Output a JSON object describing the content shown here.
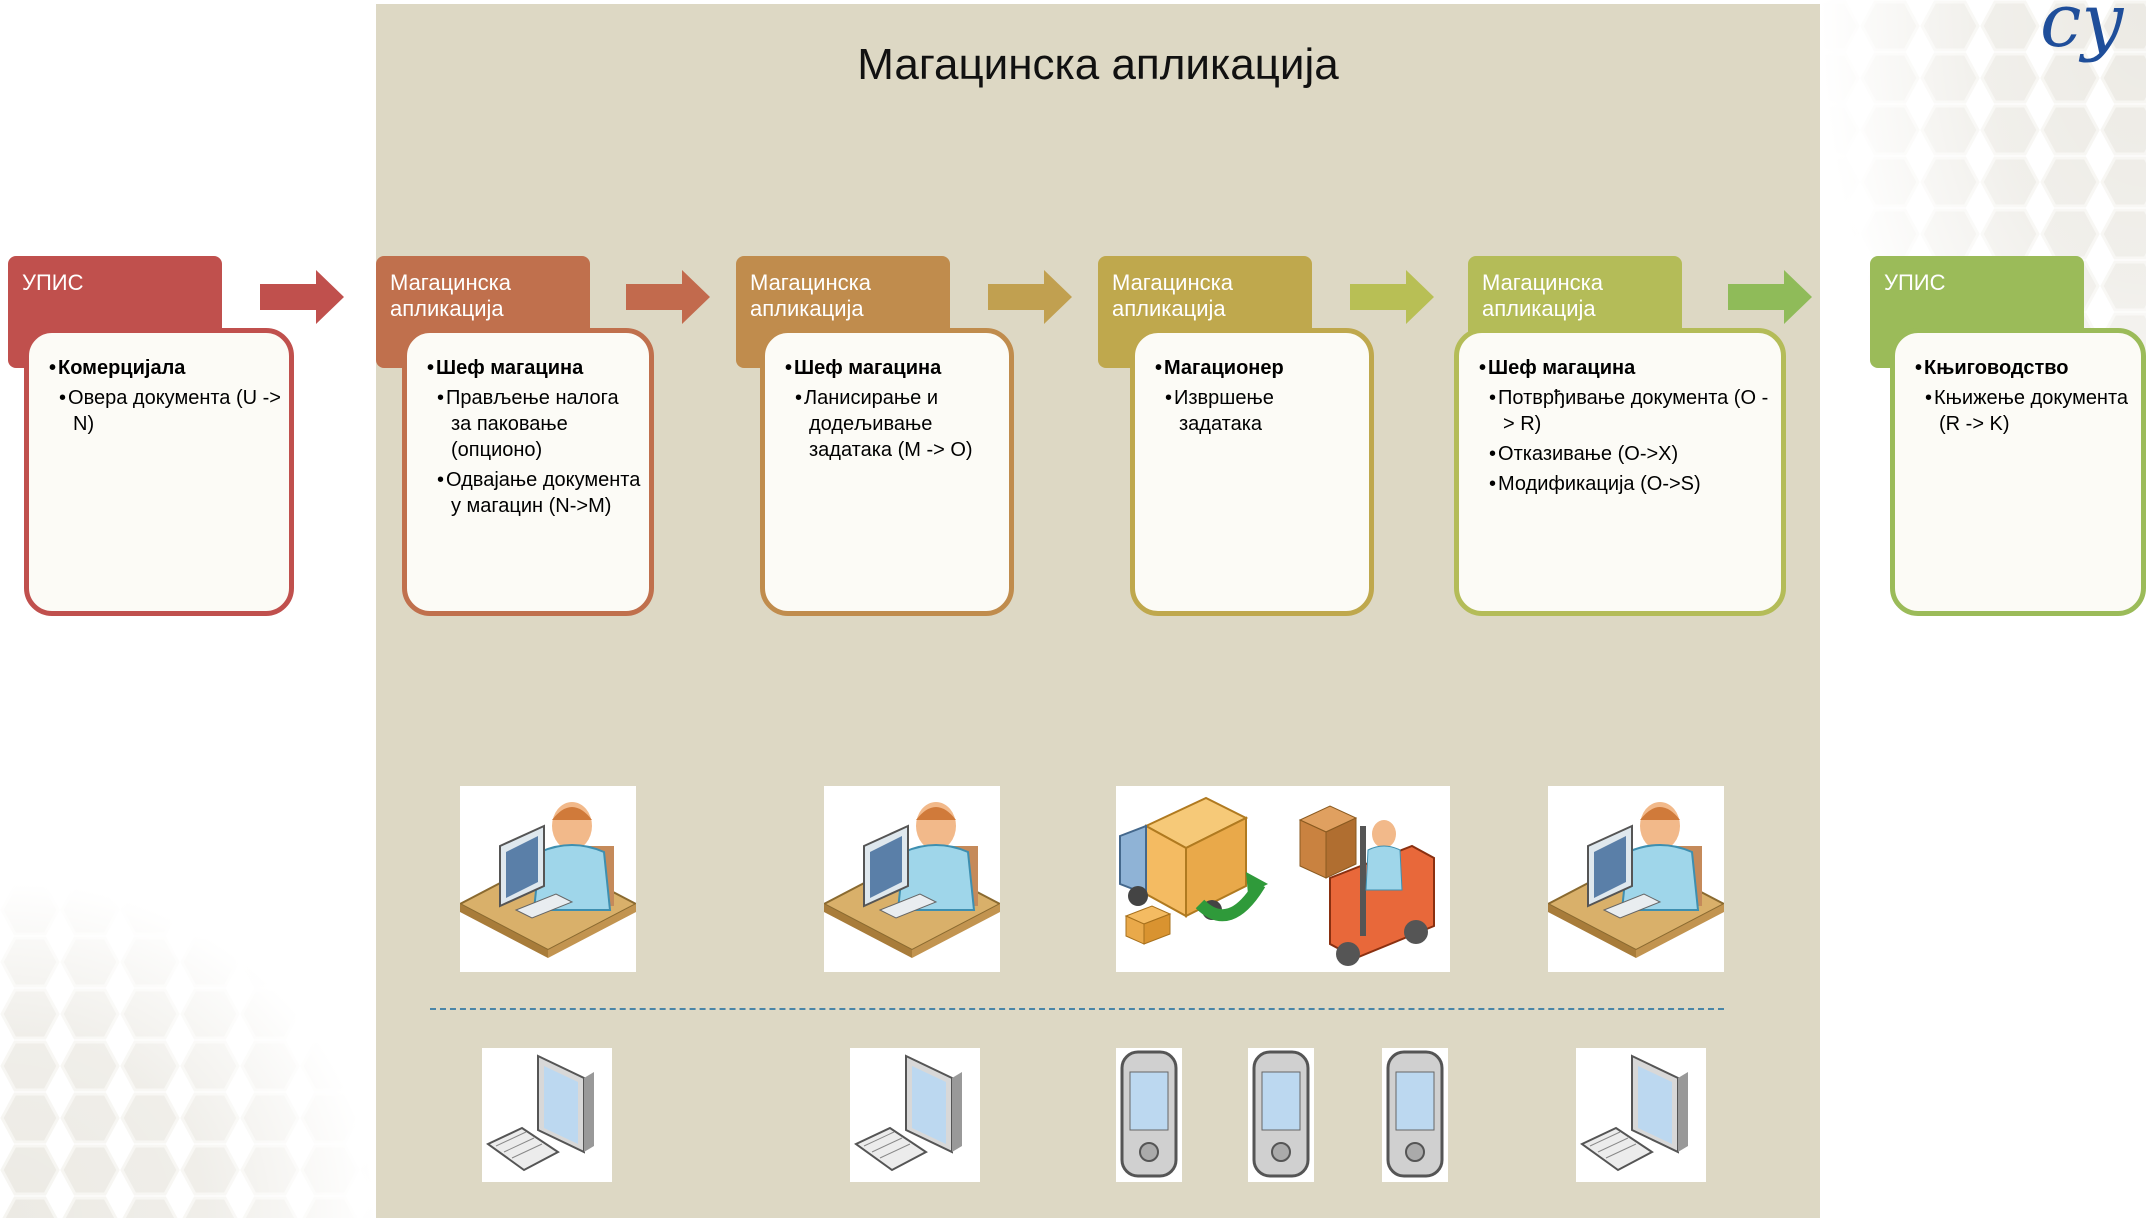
{
  "title": "Магацинска апликација",
  "logo": "cy",
  "steps": [
    {
      "header": "УПИС",
      "role": "Комерцијала",
      "items": [
        "Овера документа (U -> N)"
      ],
      "color": "#c0504d"
    },
    {
      "header": "Магацинска апликација",
      "role": "Шеф магацина",
      "items": [
        "Прављење налога за паковање (опционо)",
        "Одвајање документа у магацин (N->M)"
      ],
      "color": "#c0704d"
    },
    {
      "header": "Магацинска апликација",
      "role": "Шеф магацина",
      "items": [
        "Ланисирање и додељивање задатака  (M -> O)"
      ],
      "color": "#c08c4d"
    },
    {
      "header": "Магацинска апликација",
      "role": "Магационер",
      "items": [
        "Извршење задатака"
      ],
      "color": "#bfa84d"
    },
    {
      "header": "Магацинска апликација",
      "role": "Шеф магацина",
      "items": [
        "Потврђивање документа    (O -> R)",
        "Отказивање (O->X)",
        "Модификација     (O->S)"
      ],
      "color": "#b4bc58"
    },
    {
      "header": "УПИС",
      "role": "Књиговодство",
      "items": [
        "Књижење документа (R -> K)"
      ],
      "color": "#9bbb59"
    }
  ],
  "arrow_colors": [
    "#c0504d",
    "#c26a4d",
    "#c1a050",
    "#b8bf55",
    "#8fbb59"
  ],
  "icons": {
    "operator": "operator-at-desk-icon",
    "delivery": "delivery-truck-icon",
    "forklift": "forklift-icon",
    "desktop": "desktop-computer-icon",
    "handheld": "handheld-terminal-icon"
  }
}
